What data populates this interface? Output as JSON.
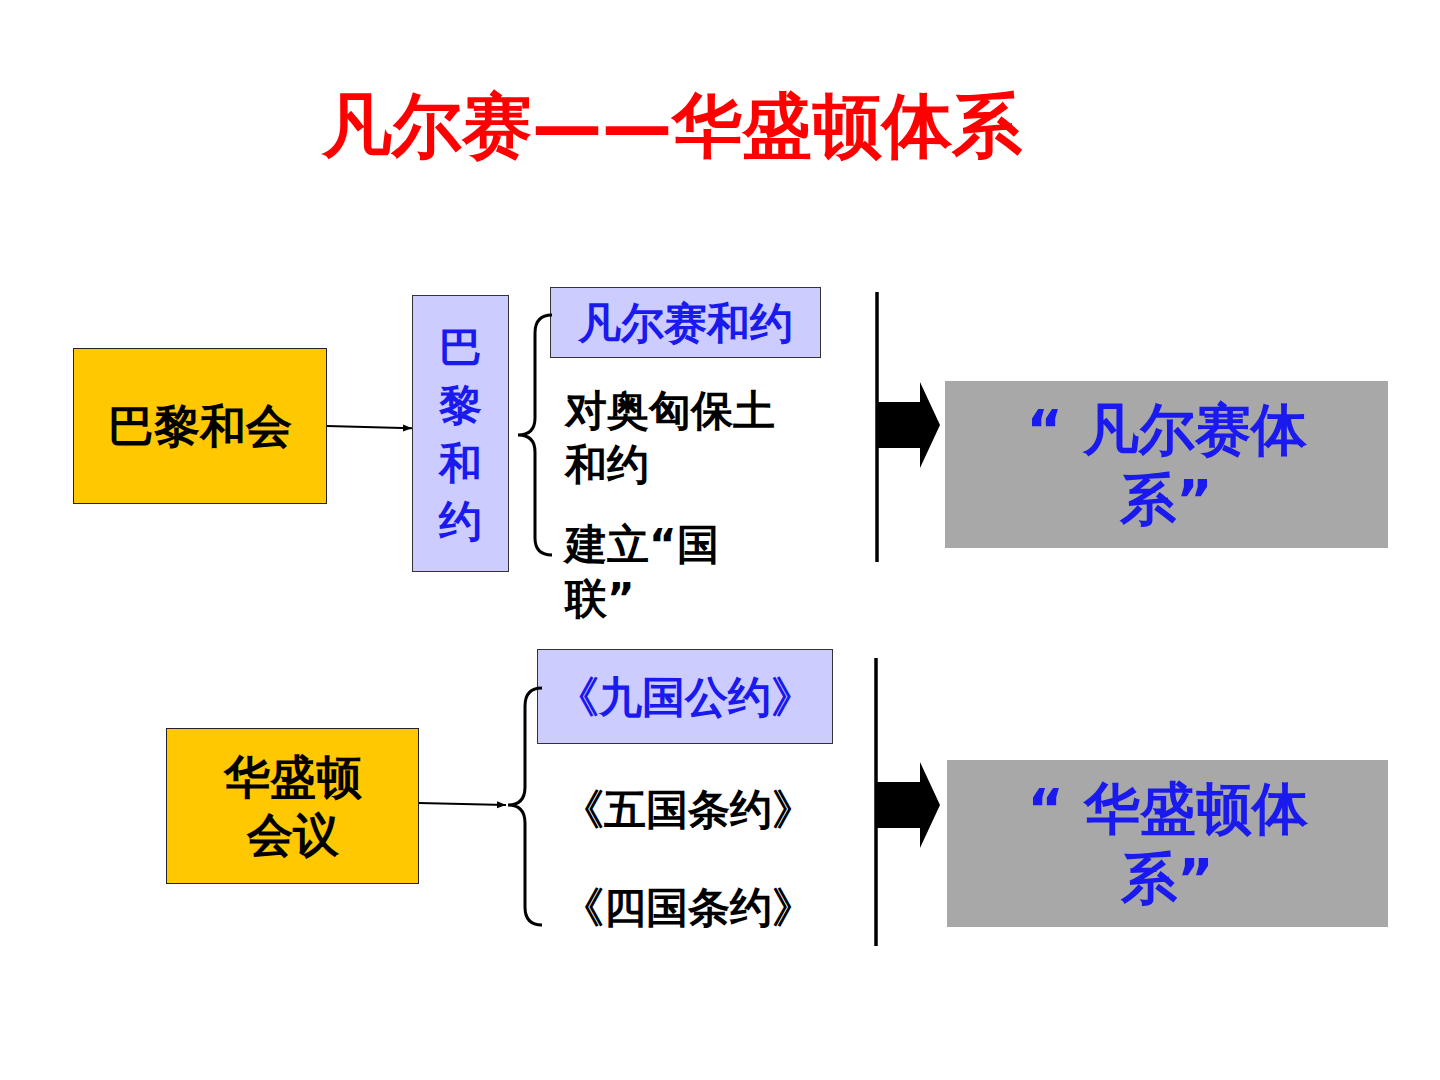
{
  "diagram": {
    "title": "凡尔赛——华盛顿体系",
    "nodes": [
      {
        "text": [
          "巴黎和会"
        ]
      },
      {
        "text": [
          "巴黎和约"
        ]
      },
      {
        "text": [
          "凡尔赛和约"
        ]
      },
      {
        "text": [
          "“ 凡尔赛体系”"
        ]
      },
      {
        "text": [
          "华盛顿会议"
        ]
      },
      {
        "text": [
          "《九国公约》"
        ]
      },
      {
        "text": [
          "“ 华盛顿体系”"
        ]
      }
    ],
    "edges": [
      {
        "from": 0,
        "to": 1,
        "arrow": "to"
      }
    ],
    "labels": [
      "对奥匈保土和约",
      "建立“国联”",
      "《五国条约》",
      "《四国条约》"
    ]
  }
}
